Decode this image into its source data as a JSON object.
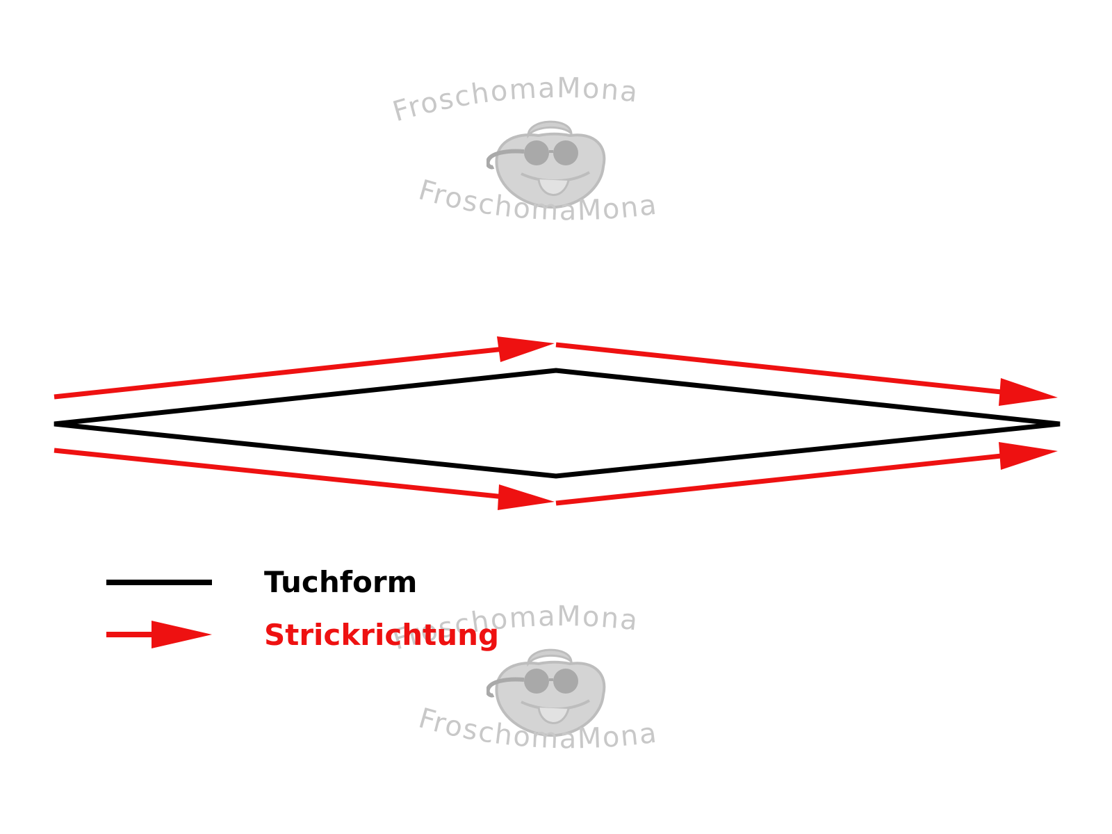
{
  "watermark": {
    "text": "FroschomaMona",
    "color": "#c8c8c8"
  },
  "shape": {
    "color": "#000000"
  },
  "direction": {
    "color": "#ee1111"
  },
  "legend": {
    "items": [
      {
        "label": "Tuchform",
        "color": "#000000",
        "symbol": "line"
      },
      {
        "label": "Strickrichtung",
        "color": "#ee1111",
        "symbol": "arrow"
      }
    ]
  }
}
